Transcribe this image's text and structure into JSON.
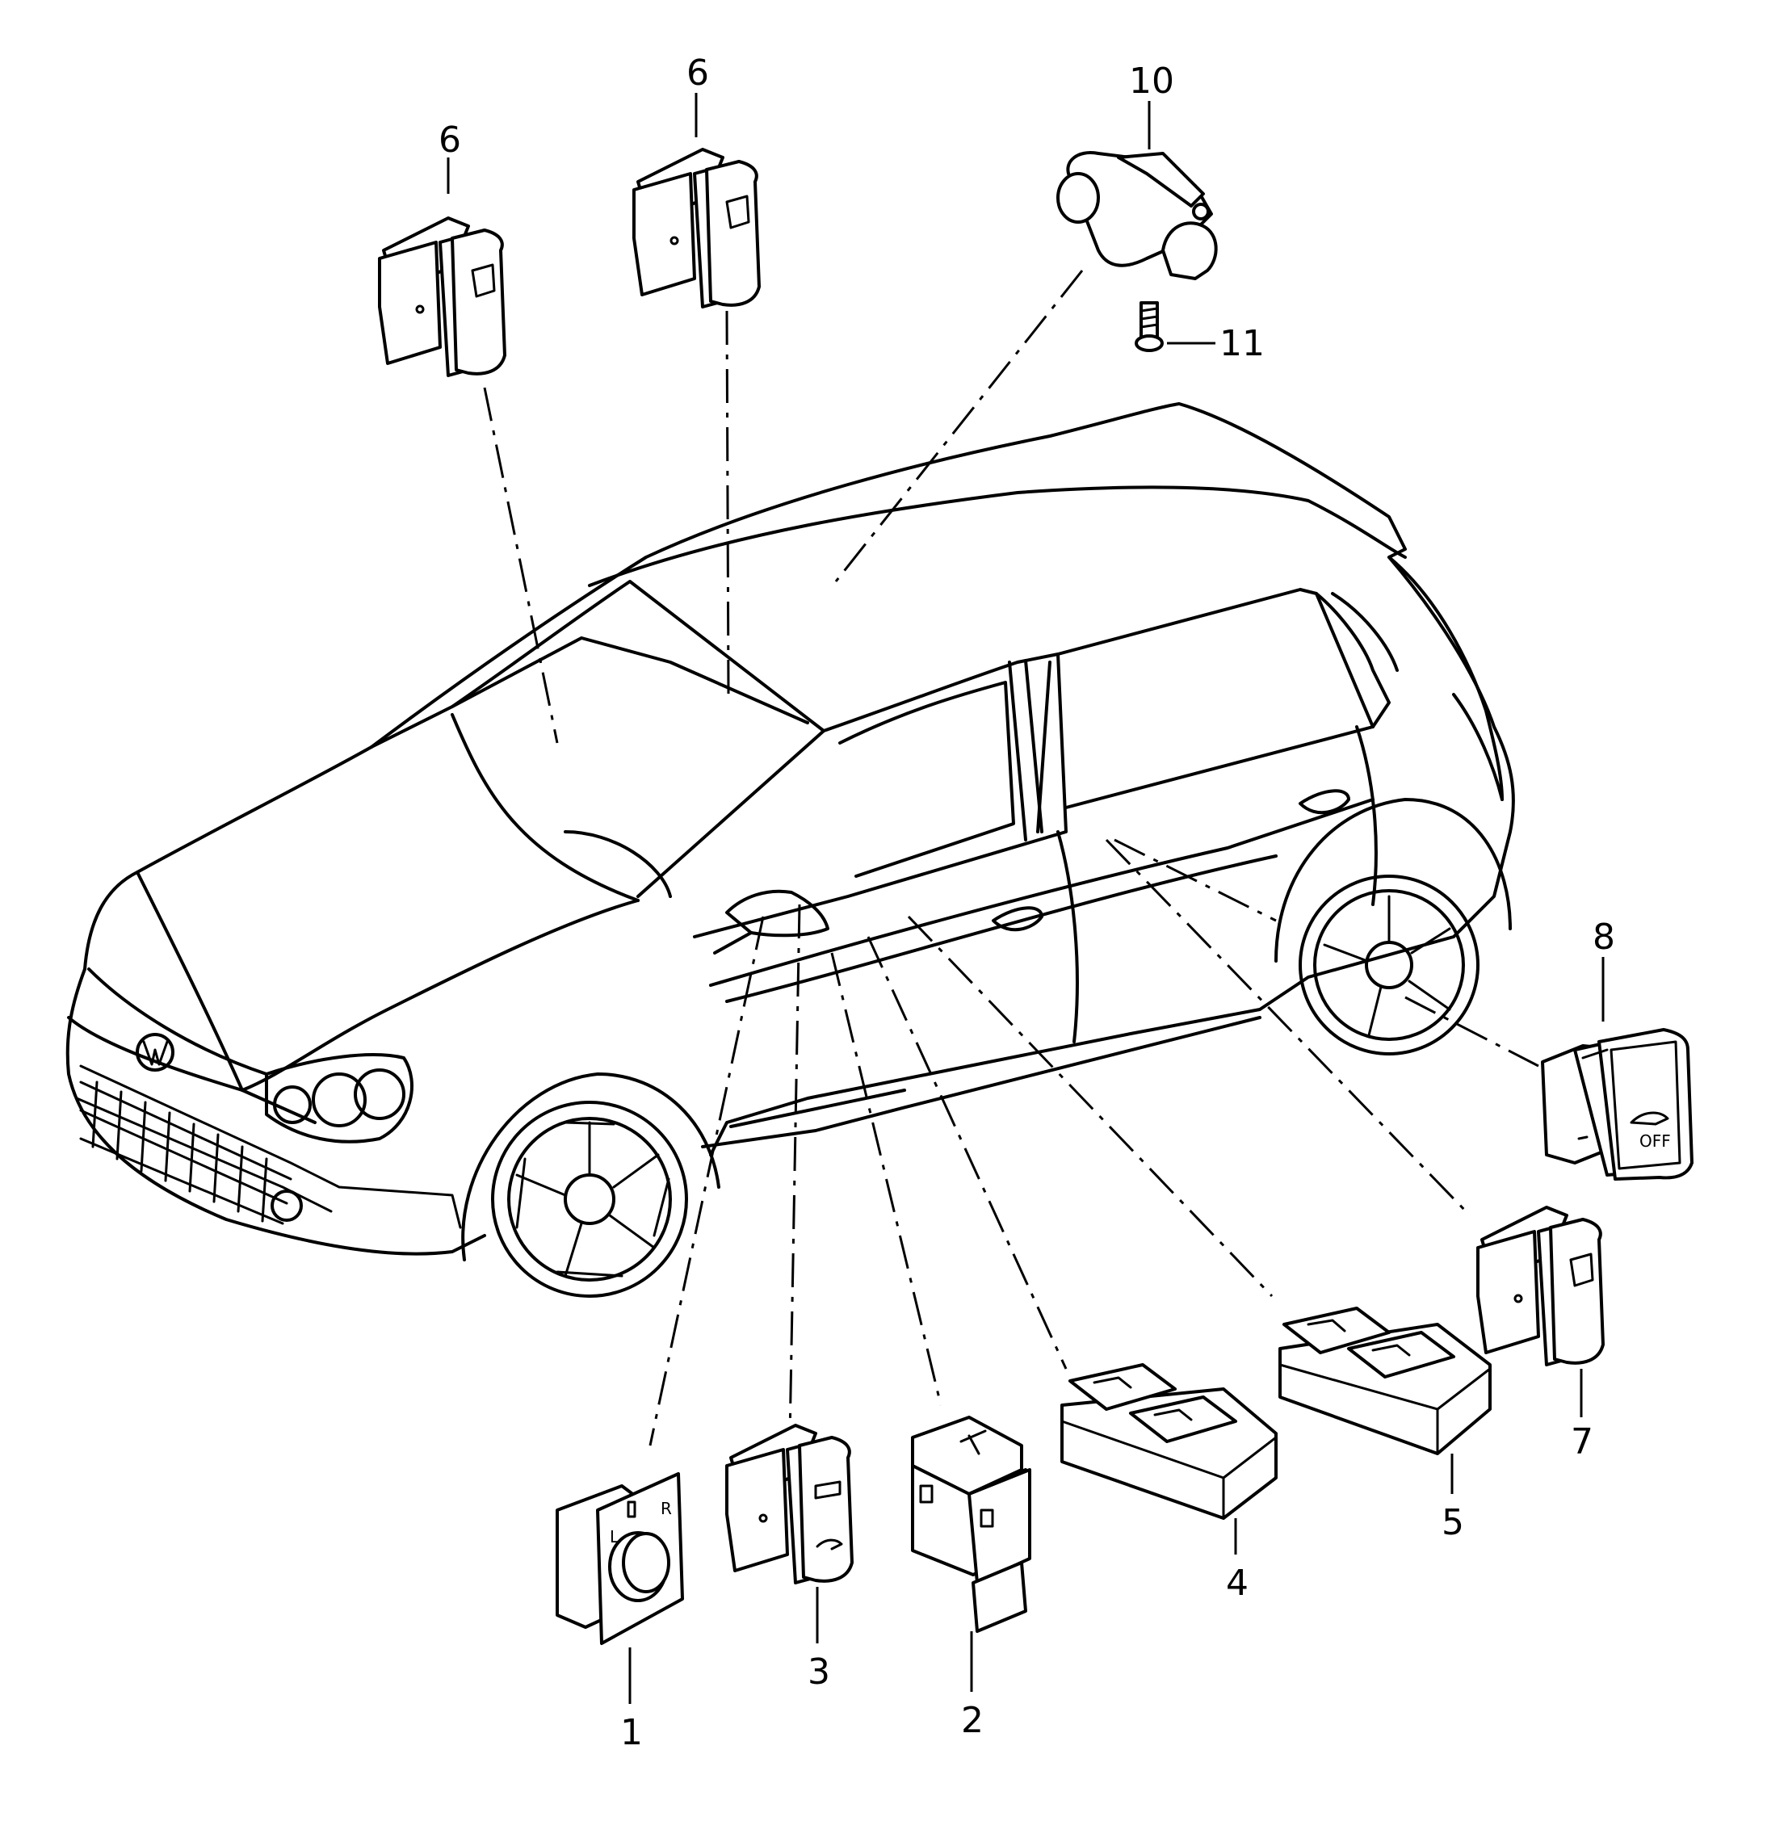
{
  "callouts": {
    "p1": "1",
    "p2": "2",
    "p3": "3",
    "p4": "4",
    "p5": "5",
    "p6a": "6",
    "p6b": "6",
    "p7": "7",
    "p8": "8",
    "p10": "10",
    "p11": "11"
  },
  "switch_markings": {
    "mirror_left": "L",
    "mirror_right": "R",
    "esp_off": "OFF"
  }
}
